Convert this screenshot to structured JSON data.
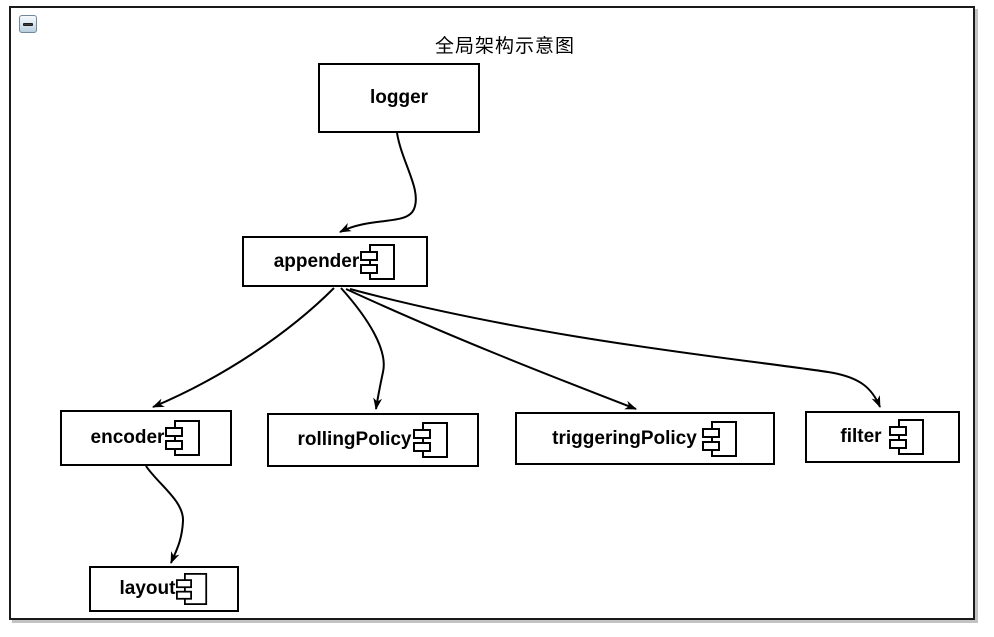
{
  "diagram": {
    "title": "全局架构示意图",
    "collapse_button": {
      "icon": "minus-icon",
      "action": "collapse"
    },
    "nodes": [
      {
        "id": "logger",
        "label": "logger",
        "has_component_icon": false
      },
      {
        "id": "appender",
        "label": "appender",
        "has_component_icon": true
      },
      {
        "id": "encoder",
        "label": "encoder",
        "has_component_icon": true
      },
      {
        "id": "rollingPolicy",
        "label": "rollingPolicy",
        "has_component_icon": true
      },
      {
        "id": "triggeringPolicy",
        "label": "triggeringPolicy",
        "has_component_icon": true
      },
      {
        "id": "filter",
        "label": "filter",
        "has_component_icon": true
      },
      {
        "id": "layout",
        "label": "layout",
        "has_component_icon": true
      }
    ],
    "edges": [
      {
        "from": "logger",
        "to": "appender"
      },
      {
        "from": "appender",
        "to": "encoder"
      },
      {
        "from": "appender",
        "to": "rollingPolicy"
      },
      {
        "from": "appender",
        "to": "triggeringPolicy"
      },
      {
        "from": "appender",
        "to": "filter"
      },
      {
        "from": "encoder",
        "to": "layout"
      }
    ],
    "colors": {
      "line": "#000000",
      "box_border": "#000000",
      "box_fill": "#ffffff",
      "background": "#ffffff",
      "frame_border": "#1a1a1a"
    }
  }
}
